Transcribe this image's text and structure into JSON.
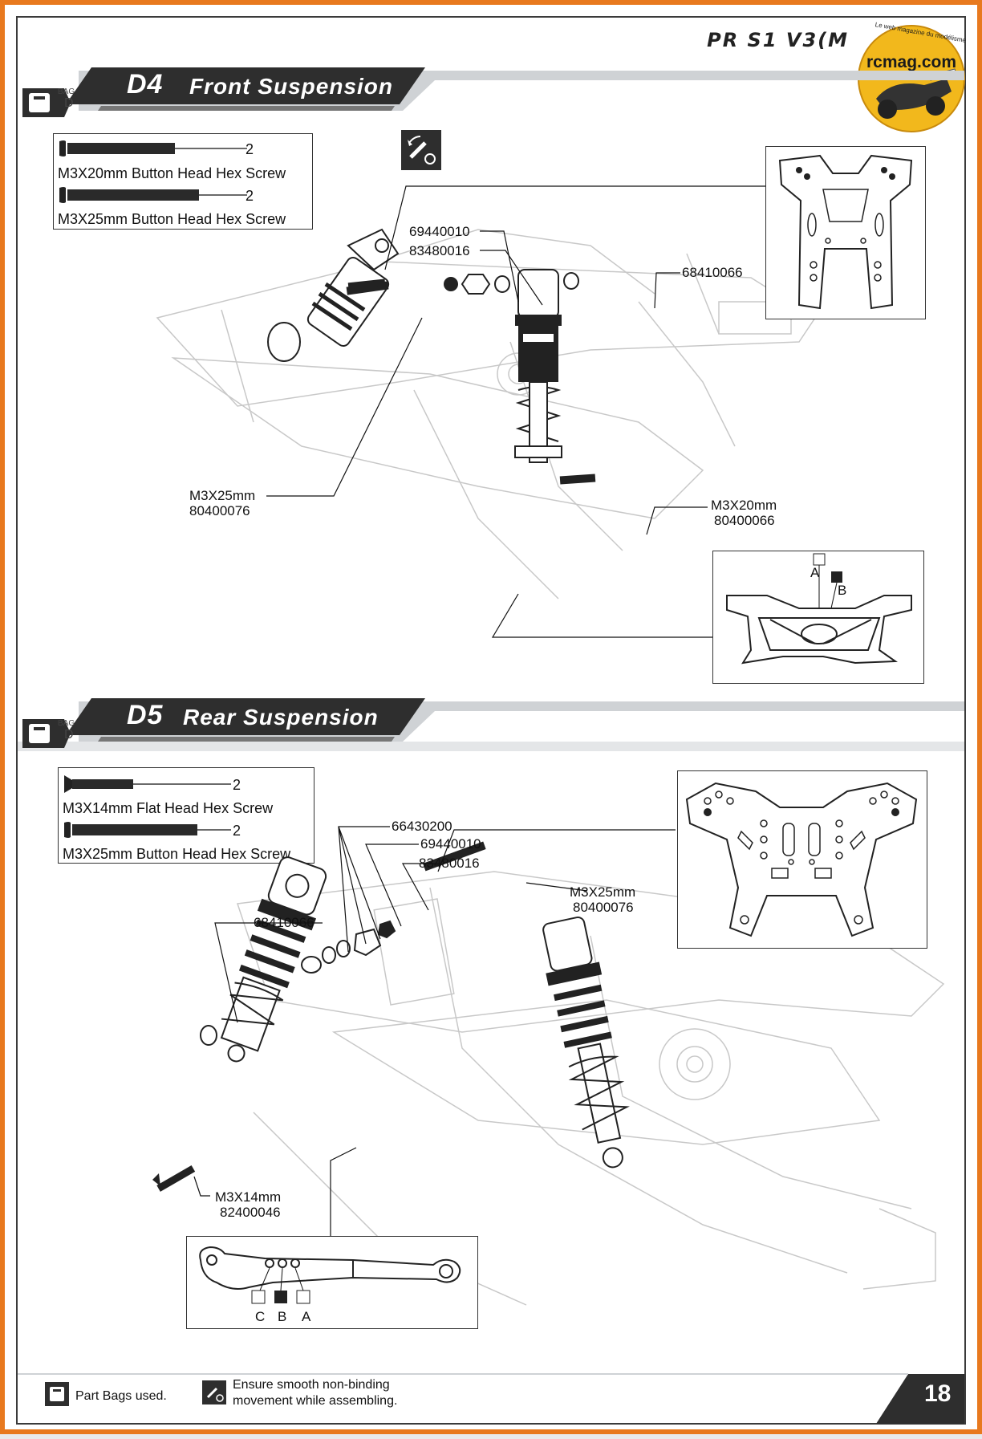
{
  "header": {
    "brand": "PR S1 V3(M",
    "logo": {
      "text": "rcmag.com",
      "tagline": "Le web magazine du modélisme"
    }
  },
  "sections": [
    {
      "bag_label": "BAG",
      "bag_letter": "D",
      "code": "D4",
      "title": "Front Suspension",
      "hardware": [
        {
          "name": "M3X20mm Button Head Hex Screw",
          "qty": "2"
        },
        {
          "name": "M3X25mm Button Head Hex Screw",
          "qty": "2"
        }
      ],
      "callouts": [
        {
          "id": "69440010"
        },
        {
          "id": "83480016"
        },
        {
          "id": "68410066"
        },
        {
          "line1": "M3X25mm",
          "line2": "80400076"
        },
        {
          "line1": "M3X20mm",
          "line2": "80400066"
        }
      ],
      "arm_detail": {
        "pos_a": "A",
        "pos_b": "B"
      }
    },
    {
      "bag_label": "BAG",
      "bag_letter": "D",
      "code": "D5",
      "title": "Rear Suspension",
      "hardware": [
        {
          "name": "M3X14mm Flat Head Hex Screw",
          "qty": "2"
        },
        {
          "name": "M3X25mm Button Head Hex Screw",
          "qty": "2"
        }
      ],
      "callouts": [
        {
          "id": "66430200"
        },
        {
          "id": "69440010"
        },
        {
          "id": "83480016"
        },
        {
          "id": "68410066"
        },
        {
          "line1": "M3X25mm",
          "line2": "80400076"
        },
        {
          "line1": "M3X14mm",
          "line2": "82400046"
        }
      ],
      "link_detail": {
        "pos_c": "C",
        "pos_b": "B",
        "pos_a": "A"
      }
    }
  ],
  "footer": {
    "bags_note": "Part Bags used.",
    "movement_note_line1": "Ensure smooth non-binding",
    "movement_note_line2": "movement while assembling.",
    "page_number": "18"
  },
  "colors": {
    "border_orange": "#e8791e",
    "banner_dark": "#2e2e2e",
    "logo_yellow": "#f2b81c"
  }
}
